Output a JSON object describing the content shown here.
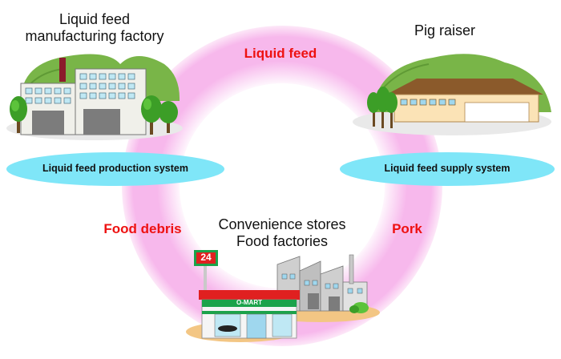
{
  "nodes": {
    "factory": {
      "line1": "Liquid feed",
      "line2": "manufacturing factory"
    },
    "pig_raiser": {
      "label": "Pig raiser"
    },
    "stores": {
      "line1": "Convenience stores",
      "line2": "Food factories"
    }
  },
  "flows": {
    "top": "Liquid feed",
    "left": "Food debris",
    "right": "Pork"
  },
  "systems": {
    "production": "Liquid feed production system",
    "supply": "Liquid feed supply system"
  },
  "store_signs": {
    "hours": "24",
    "name": "O-MART"
  },
  "colors": {
    "ring": "#f7b8ec",
    "ring_center": "#ffffff",
    "system_ellipse": "#7fe6f8",
    "flow_text": "#ee1111",
    "hill_green": "#79b548",
    "tree_green": "#3c9e27",
    "factory_wall": "#f0f0ea",
    "window_blue": "#bfe8f4",
    "chimney": "#8b1c2b",
    "barn_roof": "#8b5a2b",
    "barn_wall": "#fbe3b6",
    "store_green": "#1ba34b",
    "store_red": "#e02020",
    "ground_tan": "#f3c684"
  },
  "icons": [
    "factory-icon",
    "barn-icon",
    "convenience-store-icon",
    "food-factory-icon",
    "tree-icon"
  ]
}
